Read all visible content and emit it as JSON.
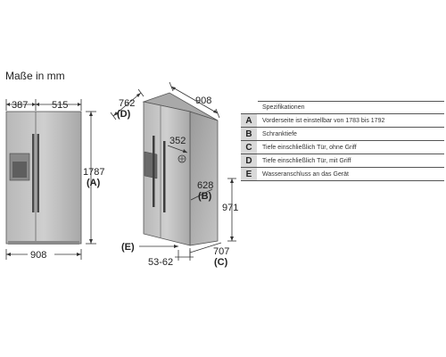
{
  "title": "Maße in mm",
  "front": {
    "dim_left": "387",
    "dim_right": "515",
    "dim_height": "1787",
    "dim_height_label": "(A)",
    "dim_width": "908"
  },
  "iso": {
    "dim_762": "762",
    "label_D": "(D)",
    "dim_908": "908",
    "dim_352": "352",
    "dim_628": "628",
    "label_B": "(B)",
    "dim_971": "971",
    "label_E": "(E)",
    "dim_707": "707",
    "label_C": "(C)",
    "dim_53_62": "53-62"
  },
  "spec_table": {
    "header": "Spezifikationen",
    "rows": [
      {
        "key": "A",
        "text": "Vorderseite ist einstellbar von 1783 bis 1792"
      },
      {
        "key": "B",
        "text": "Schranktiefe"
      },
      {
        "key": "C",
        "text": "Tiefe einschließlich Tür, ohne Griff"
      },
      {
        "key": "D",
        "text": "Tiefe einschließlich Tür, mit Griff"
      },
      {
        "key": "E",
        "text": "Wasseranschluss an das Gerät"
      }
    ]
  }
}
